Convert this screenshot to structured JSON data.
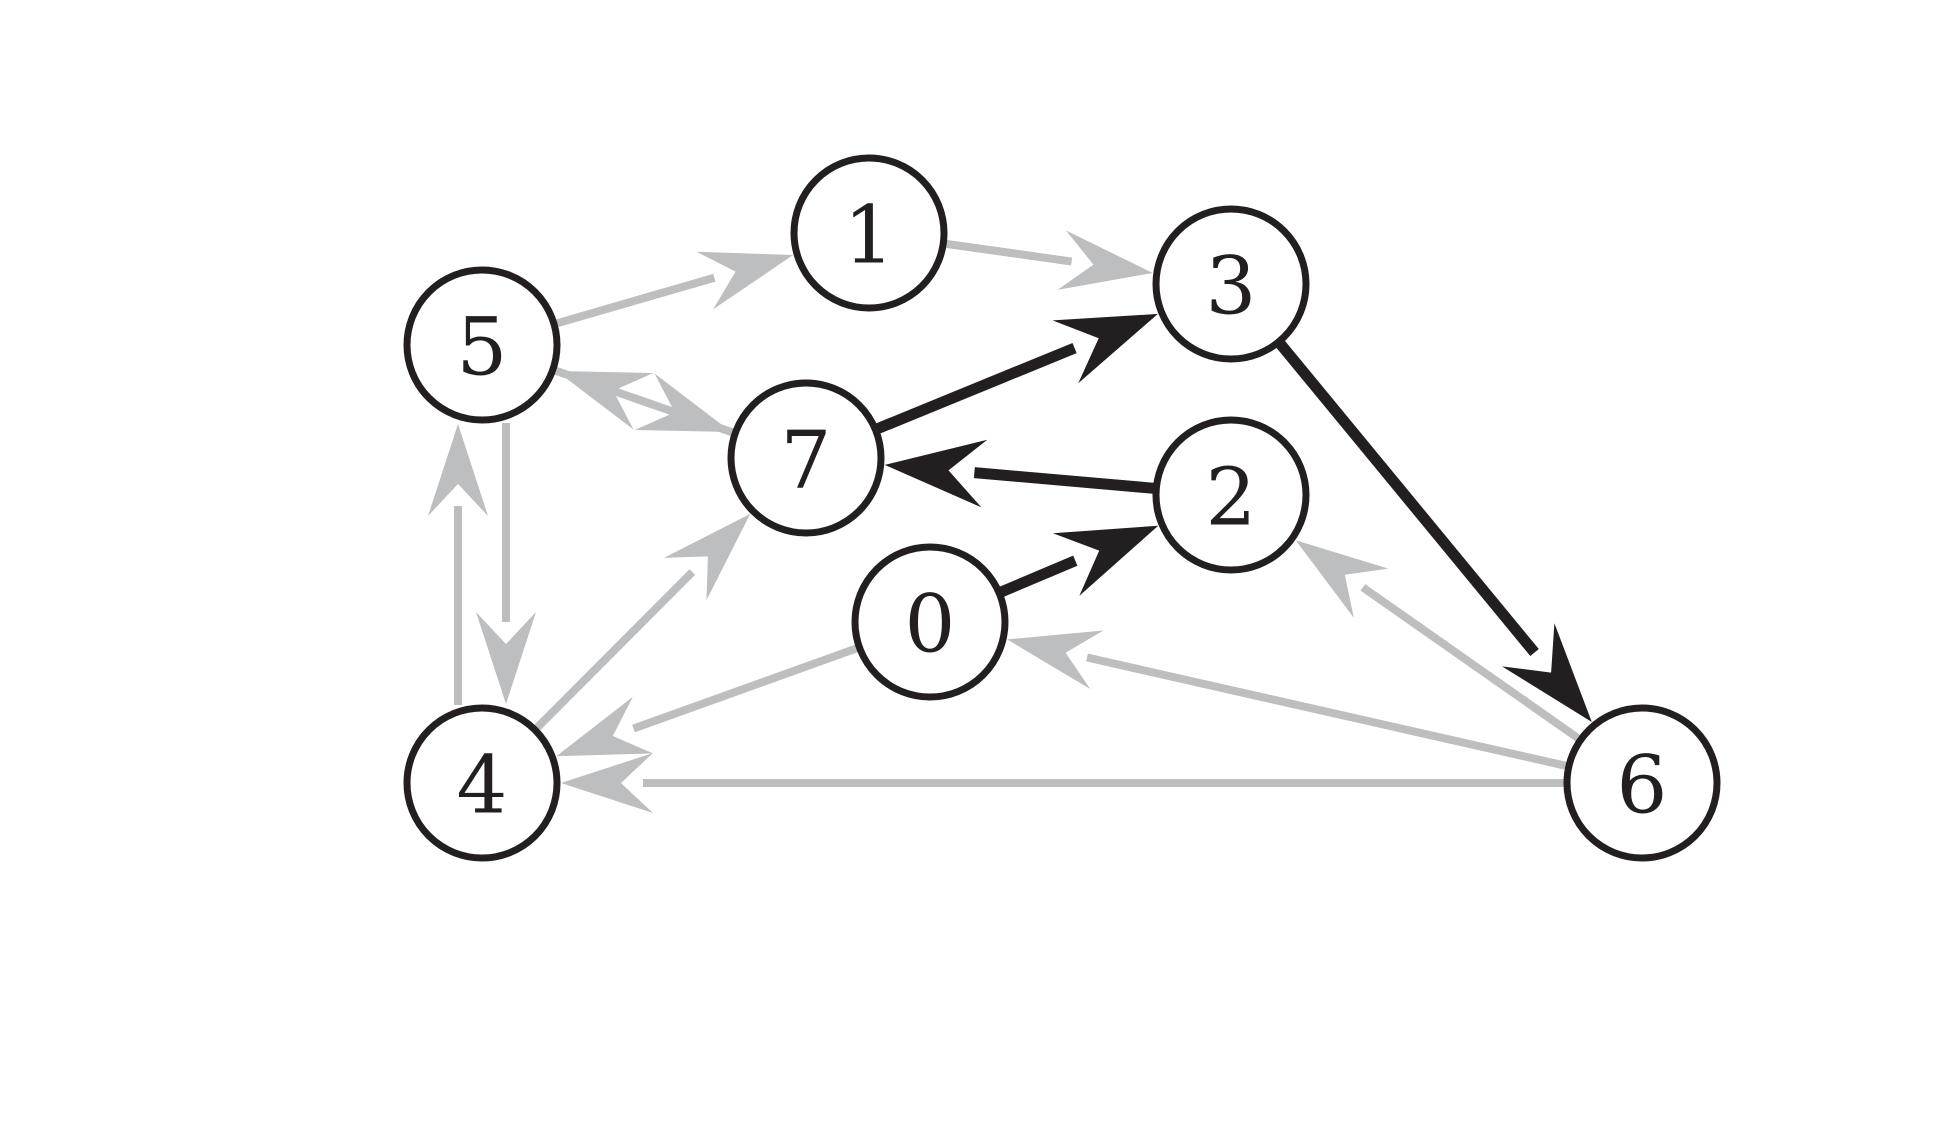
{
  "graph": {
    "directed": true,
    "colors": {
      "node_stroke": "#231f20",
      "node_fill": "#ffffff",
      "label": "#231f20",
      "edge_highlight": "#231f20",
      "edge_default": "#bcbec0"
    },
    "nodes": [
      {
        "id": "0",
        "label": "0"
      },
      {
        "id": "1",
        "label": "1"
      },
      {
        "id": "2",
        "label": "2"
      },
      {
        "id": "3",
        "label": "3"
      },
      {
        "id": "4",
        "label": "4"
      },
      {
        "id": "5",
        "label": "5"
      },
      {
        "id": "6",
        "label": "6"
      },
      {
        "id": "7",
        "label": "7"
      }
    ],
    "edges": [
      {
        "from": "5",
        "to": "1",
        "highlighted": false
      },
      {
        "from": "1",
        "to": "3",
        "highlighted": false
      },
      {
        "from": "7",
        "to": "5",
        "highlighted": false
      },
      {
        "from": "5",
        "to": "7",
        "highlighted": false
      },
      {
        "from": "5",
        "to": "4",
        "highlighted": false
      },
      {
        "from": "4",
        "to": "5",
        "highlighted": false
      },
      {
        "from": "4",
        "to": "7",
        "highlighted": false
      },
      {
        "from": "0",
        "to": "4",
        "highlighted": false
      },
      {
        "from": "6",
        "to": "4",
        "highlighted": false
      },
      {
        "from": "6",
        "to": "0",
        "highlighted": false
      },
      {
        "from": "6",
        "to": "2",
        "highlighted": false
      },
      {
        "from": "7",
        "to": "3",
        "highlighted": true
      },
      {
        "from": "2",
        "to": "7",
        "highlighted": true
      },
      {
        "from": "0",
        "to": "2",
        "highlighted": true
      },
      {
        "from": "3",
        "to": "6",
        "highlighted": true
      }
    ]
  }
}
